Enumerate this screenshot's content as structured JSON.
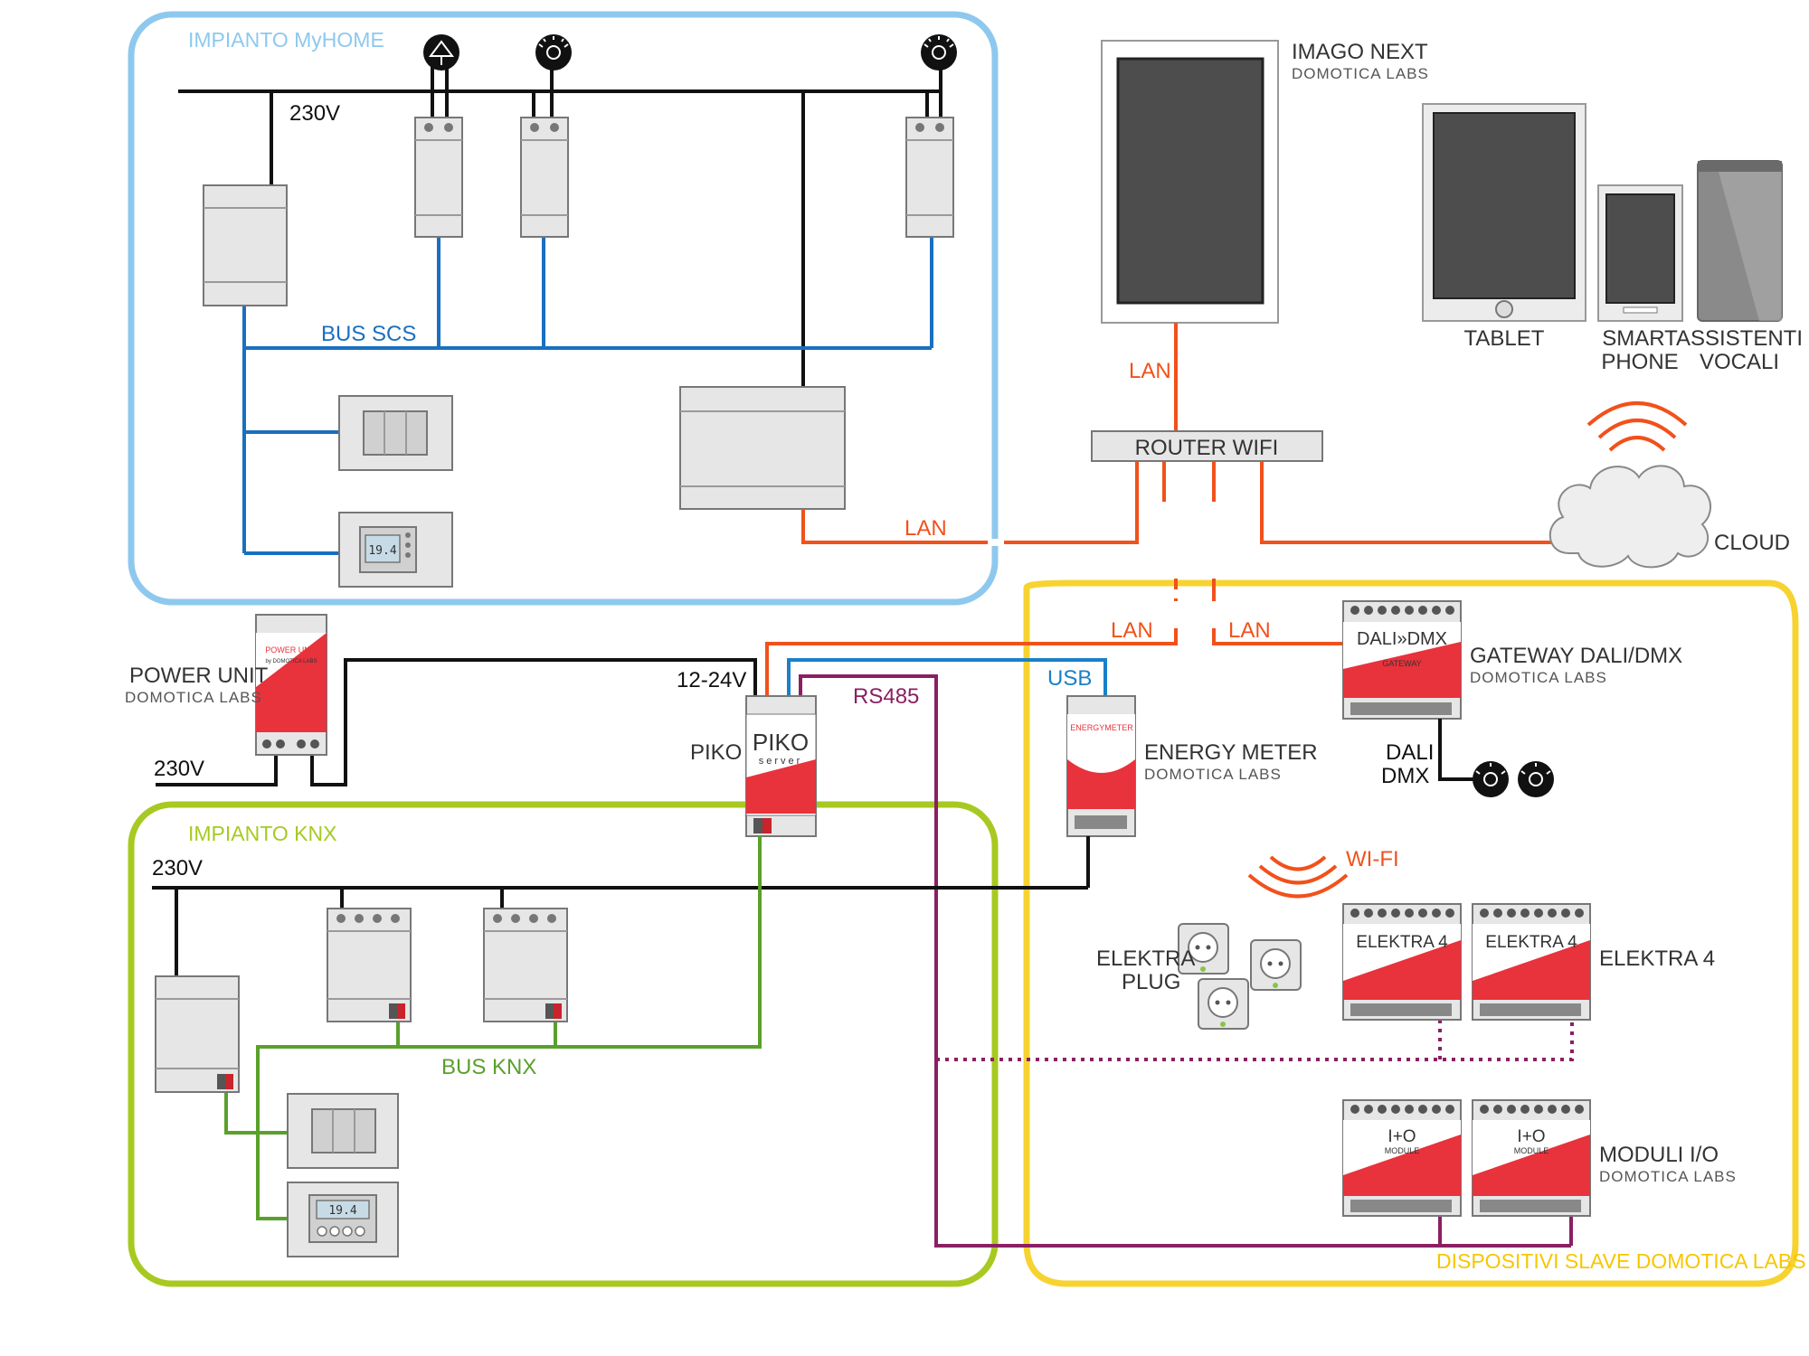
{
  "colors": {
    "myhome": "#8ec8ee",
    "knx": "#a7c921",
    "slave": "#f7d332",
    "lan": "#f1511b",
    "bus_scs": "#1a6fc0",
    "bus_knx": "#5aa02c",
    "rs485": "#8a2063",
    "usb": "#1a80c8",
    "brand_red": "#e8323c"
  },
  "zones": {
    "myhome": "IMPIANTO MyHOME",
    "knx": "IMPIANTO KNX",
    "slave": "DISPOSITIVI SLAVE DOMOTICA LABS"
  },
  "wires": {
    "v230_top": "230V",
    "v230_power": "230V",
    "v230_knx": "230V",
    "v12_24": "12-24V",
    "bus_scs": "BUS SCS",
    "bus_knx": "BUS KNX",
    "rs485": "RS485",
    "usb": "USB",
    "lan_imago": "LAN",
    "lan_myhome": "LAN",
    "lan_energy": "LAN",
    "lan_gateway": "LAN",
    "wifi": "WI-FI",
    "dali": "DALI",
    "dmx": "DMX"
  },
  "devices": {
    "imago_title": "IMAGO NEXT",
    "imago_sub": "DOMOTICA LABS",
    "tablet": "TABLET",
    "smartphone_1": "SMART",
    "smartphone_2": "PHONE",
    "assistant_1": "ASSISTENTI",
    "assistant_2": "VOCALI",
    "router": "ROUTER WIFI",
    "cloud": "CLOUD",
    "power_title": "POWER UNIT",
    "power_sub": "DOMOTICA LABS",
    "piko": "PIKO",
    "energy_title": "ENERGY METER",
    "energy_sub": "DOMOTICA LABS",
    "gateway_title": "GATEWAY DALI/DMX",
    "gateway_sub": "DOMOTICA LABS",
    "elektra_plug_1": "ELEKTRA",
    "elektra_plug_2": "PLUG",
    "elektra4": "ELEKTRA 4",
    "moduli_title": "MODULI I/O",
    "moduli_sub": "DOMOTICA LABS",
    "thermo_myhome": "19.4",
    "thermo_knx": "19.4"
  },
  "device_prints": {
    "power_unit": "POWER UNIT",
    "domotica_labs": "by DOMOTICA LABS",
    "piko_logo": "PIKO",
    "piko_server": "server",
    "energy_meter": "ENERGYMETER",
    "gateway_logo": "DALI»DMX",
    "gateway_word": "GATEWAY",
    "elektra_logo": "ELEKTRA 4",
    "io_logo": "I+O",
    "io_word": "MODULE"
  }
}
